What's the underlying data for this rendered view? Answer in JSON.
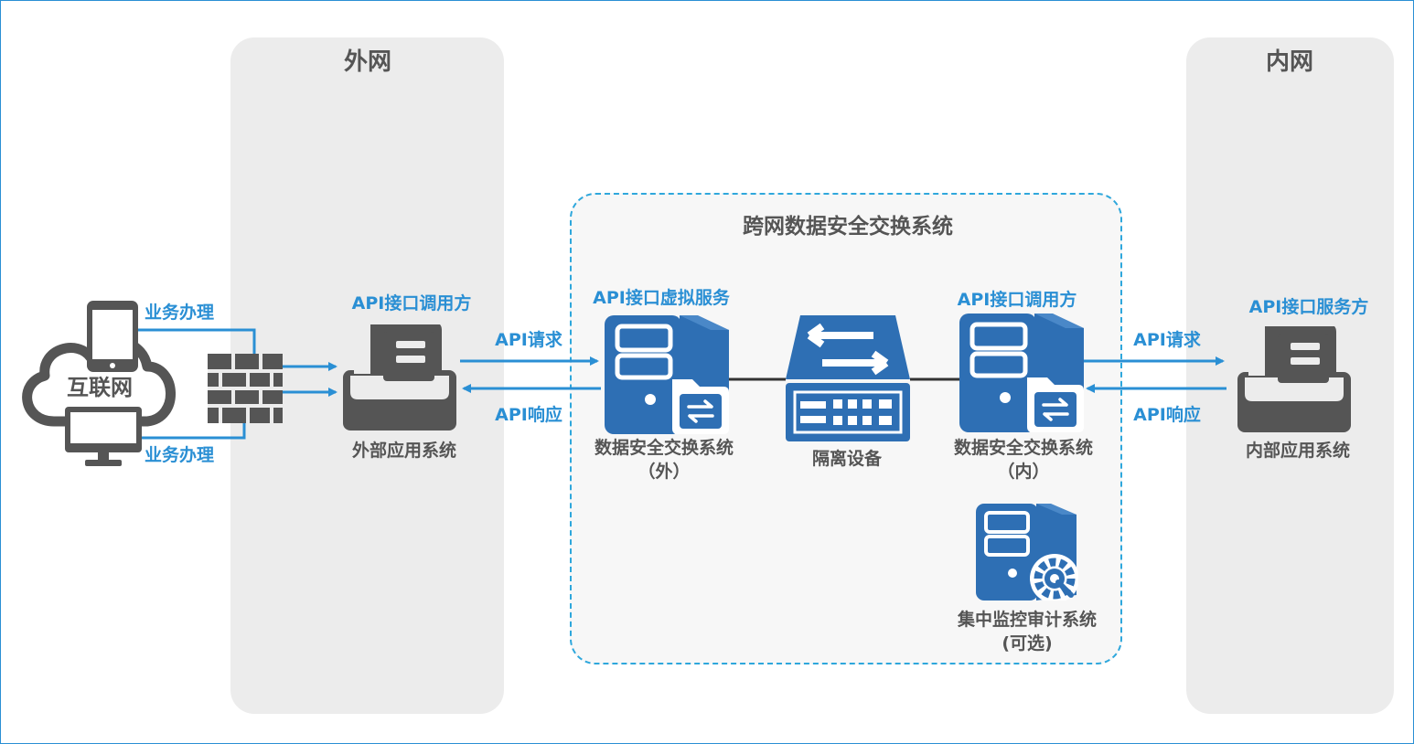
{
  "zones": {
    "outer": "外网",
    "inner": "内网"
  },
  "exchange_system": {
    "title": "跨网数据安全交换系统"
  },
  "internet": {
    "label": "互联网",
    "business_top": "业务办理",
    "business_bottom": "业务办理"
  },
  "external_app": {
    "role": "API接口调用方",
    "name": "外部应用系统"
  },
  "left_flow": {
    "request": "API请求",
    "response": "API响应"
  },
  "exchange_outer": {
    "role": "API接口虚拟服务",
    "name_line1": "数据安全交换系统",
    "name_line2": "（外）"
  },
  "isolation": {
    "name": "隔离设备"
  },
  "exchange_inner": {
    "role": "API接口调用方",
    "name_line1": "数据安全交换系统",
    "name_line2": "（内）"
  },
  "monitor": {
    "name_line1": "集中监控审计系统",
    "name_line2": "(可选)"
  },
  "right_flow": {
    "request": "API请求",
    "response": "API响应"
  },
  "internal_app": {
    "role": "API接口服务方",
    "name": "内部应用系统"
  },
  "colors": {
    "accent": "#2a8fd4",
    "server_blue": "#2e6fb4",
    "icon_gray": "#555555",
    "zone_gray": "#ececec"
  }
}
